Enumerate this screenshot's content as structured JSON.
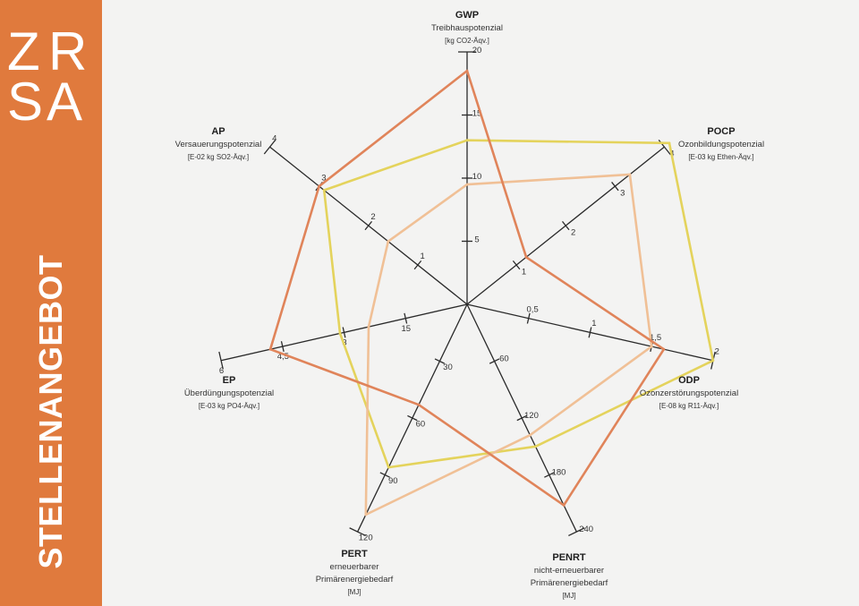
{
  "sidebar": {
    "background": "#e07a3d",
    "logo": {
      "l1": "Z",
      "l2": "R",
      "l3": "S",
      "l4": "A"
    },
    "vertical_title": "STELLENANGEBOT"
  },
  "chart_data": {
    "type": "radar",
    "axes": [
      {
        "code": "GWP",
        "name": "Treibhauspotenzial",
        "unit": "[kg CO2-Äqv.]",
        "max": 20,
        "ticks": [
          5,
          10,
          15,
          20
        ],
        "tick_labels": [
          "5",
          "10",
          "15",
          "20"
        ]
      },
      {
        "code": "POCP",
        "name": "Ozonbildungspotenzial",
        "unit": "[E-03 kg Ethen-Äqv.]",
        "max": 4,
        "ticks": [
          1,
          2,
          3,
          4
        ],
        "tick_labels": [
          "1",
          "2",
          "3",
          "4"
        ]
      },
      {
        "code": "ODP",
        "name": "Ozonzerstörungspotenzial",
        "unit": "[E-08 kg R11-Äqv.]",
        "max": 2,
        "ticks": [
          0.5,
          1,
          1.5,
          2
        ],
        "tick_labels": [
          "0,5",
          "1",
          "1,5",
          "2"
        ]
      },
      {
        "code": "PENRT",
        "name": "nicht-erneuerbarer",
        "name2": "Primärenergiebedarf",
        "unit": "[MJ]",
        "max": 240,
        "ticks": [
          60,
          120,
          180,
          240
        ],
        "tick_labels": [
          "60",
          "120",
          "180",
          "240"
        ]
      },
      {
        "code": "PERT",
        "name": "erneuerbarer",
        "name2": "Primärenergiebedarf",
        "unit": "[MJ]",
        "max": 120,
        "ticks": [
          30,
          60,
          90,
          120
        ],
        "tick_labels": [
          "30",
          "60",
          "90",
          "120"
        ]
      },
      {
        "code": "EP",
        "name": "Überdüngungspotenzial",
        "unit": "[E-03 kg PO4-Äqv.]",
        "max": 6,
        "ticks": [
          1.5,
          3,
          4.5,
          6
        ],
        "tick_labels": [
          "15",
          "3",
          "4,5",
          "6"
        ]
      },
      {
        "code": "AP",
        "name": "Versauerungspotenzial",
        "unit": "[E-02 kg SO2-Äqv.]",
        "max": 4,
        "ticks": [
          1,
          2,
          3,
          4
        ],
        "tick_labels": [
          "1",
          "2",
          "3",
          "4"
        ]
      }
    ],
    "series": [
      {
        "color": "#e4d35c",
        "values": [
          13,
          4.1,
          2,
          150,
          86,
          3.1,
          2.9
        ]
      },
      {
        "color": "#f0c096",
        "values": [
          9.5,
          3.3,
          1.5,
          138,
          111,
          2.4,
          1.6
        ]
      },
      {
        "color": "#e0845a",
        "values": [
          18.5,
          1.2,
          1.6,
          212,
          53,
          4.8,
          3.0
        ]
      }
    ]
  }
}
